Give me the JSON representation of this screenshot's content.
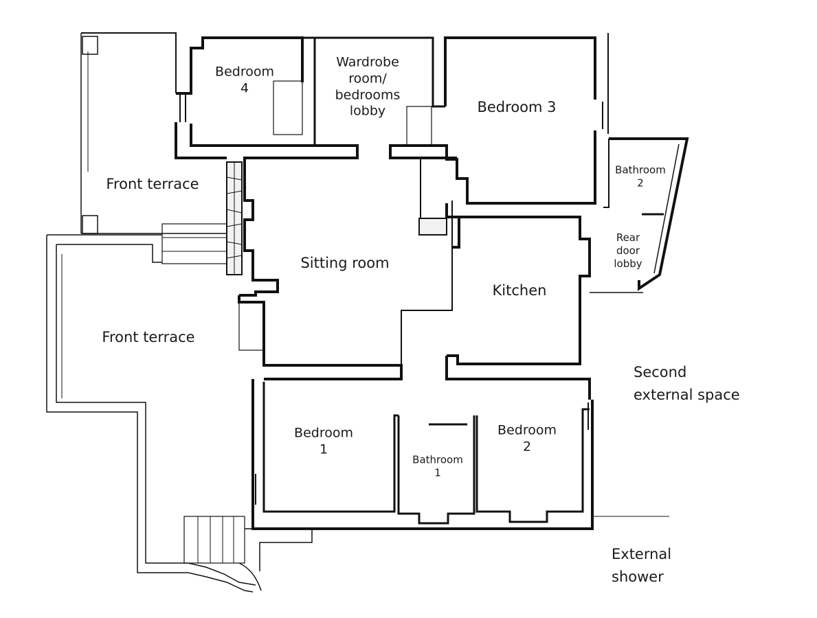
{
  "rooms": {
    "bedroom_4": [
      "Bedroom",
      "4"
    ],
    "wardrobe_lobby": [
      "Wardrobe",
      "room/",
      "bedrooms",
      "lobby"
    ],
    "bedroom_3": "Bedroom 3",
    "front_terrace_upper": "Front terrace",
    "bathroom_2": [
      "Bathroom",
      "2"
    ],
    "rear_door_lobby": [
      "Rear",
      "door",
      "lobby"
    ],
    "sitting_room": "Sitting room",
    "kitchen": "Kitchen",
    "front_terrace_lower": "Front terrace",
    "bedroom_1": [
      "Bedroom",
      "1"
    ],
    "bathroom_1": [
      "Bathroom",
      "1"
    ],
    "bedroom_2": [
      "Bedroom",
      "2"
    ]
  },
  "outside": {
    "second_external_space": [
      "Second",
      "external space"
    ],
    "external_shower": [
      "External",
      "shower"
    ]
  }
}
